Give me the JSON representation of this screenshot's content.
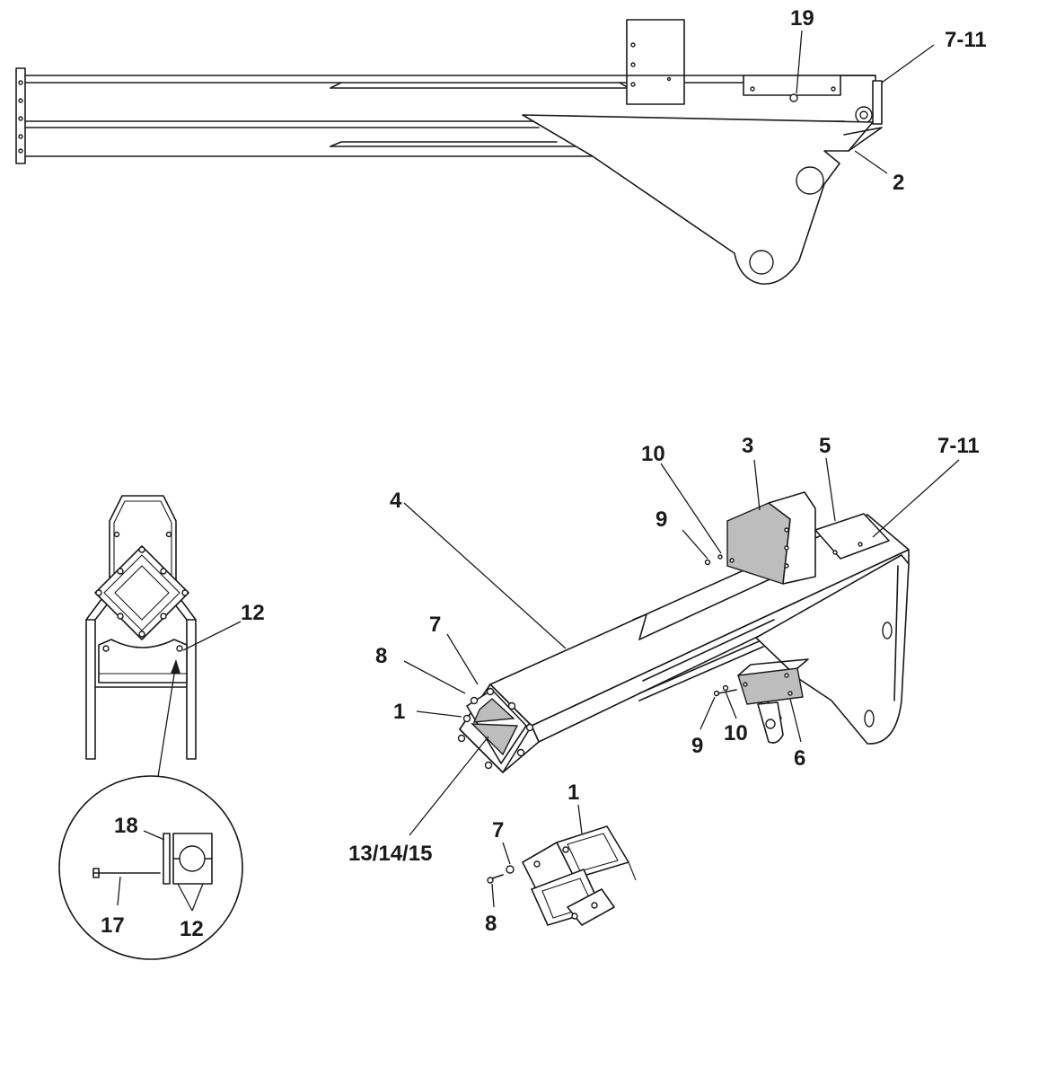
{
  "callouts": {
    "top_19": "19",
    "top_7_11": "7-11",
    "top_2": "2",
    "iso_10_upper": "10",
    "iso_3": "3",
    "iso_5": "5",
    "iso_7_11": "7-11",
    "iso_9_upper": "9",
    "iso_4": "4",
    "iso_7": "7",
    "iso_8": "8",
    "iso_1": "1",
    "iso_13_14_15": "13/14/15",
    "iso_9_lower": "9",
    "iso_10_lower": "10",
    "iso_6": "6",
    "exploded_1": "1",
    "exploded_7": "7",
    "exploded_8": "8",
    "end_12": "12",
    "detail_18": "18",
    "detail_17": "17",
    "detail_12": "12"
  }
}
